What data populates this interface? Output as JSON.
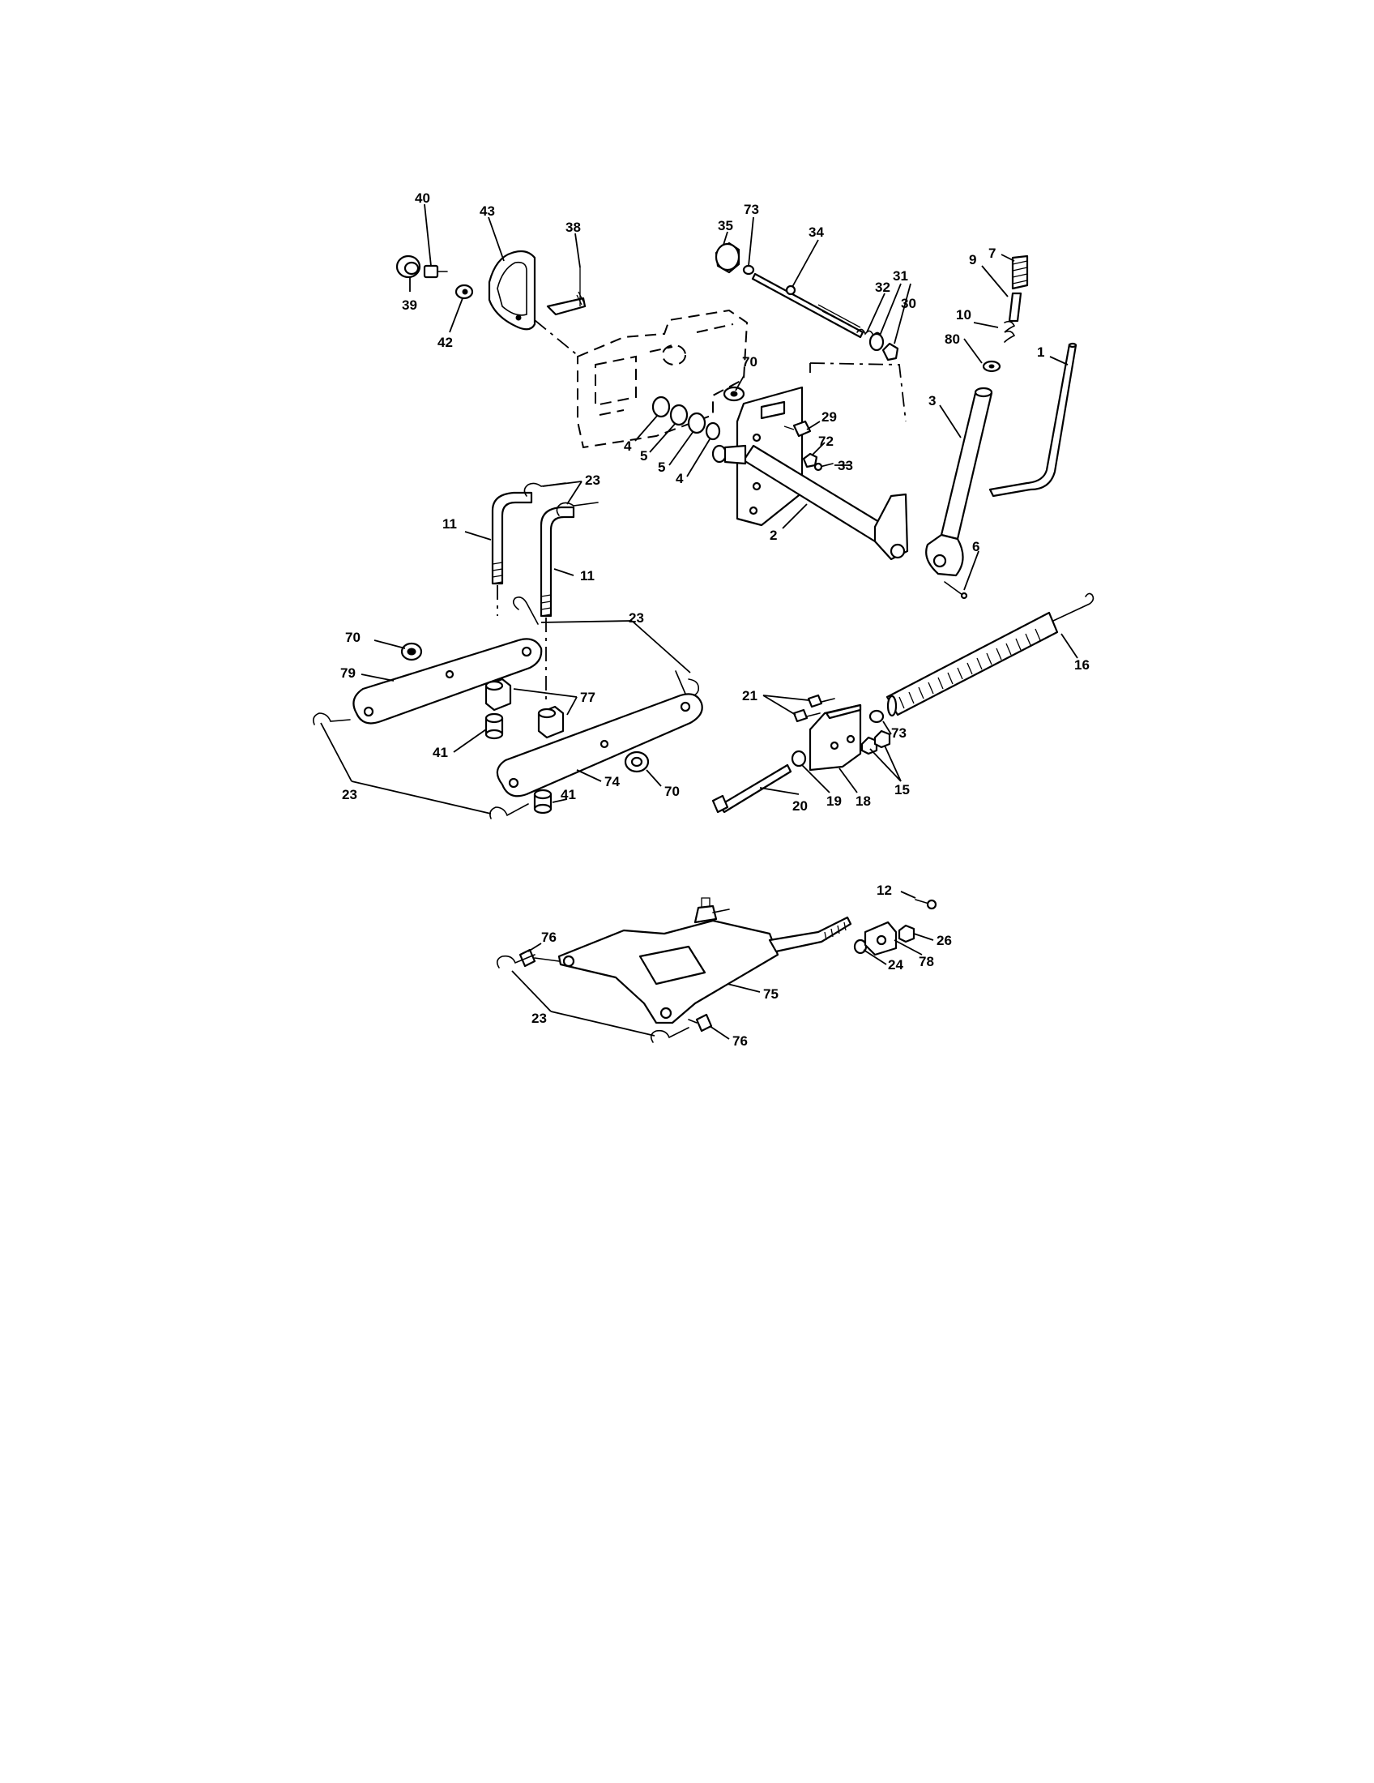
{
  "callouts": [
    {
      "id": "c40a",
      "text": "40"
    },
    {
      "id": "c43",
      "text": "43"
    },
    {
      "id": "c38",
      "text": "38"
    },
    {
      "id": "c39",
      "text": "39"
    },
    {
      "id": "c42",
      "text": "42"
    },
    {
      "id": "c35",
      "text": "35"
    },
    {
      "id": "c73a",
      "text": "73"
    },
    {
      "id": "c34",
      "text": "34"
    },
    {
      "id": "c32",
      "text": "32"
    },
    {
      "id": "c31",
      "text": "31"
    },
    {
      "id": "c30",
      "text": "30"
    },
    {
      "id": "c7",
      "text": "7"
    },
    {
      "id": "c9",
      "text": "9"
    },
    {
      "id": "c10",
      "text": "10"
    },
    {
      "id": "c80",
      "text": "80"
    },
    {
      "id": "c1",
      "text": "1"
    },
    {
      "id": "c3",
      "text": "3"
    },
    {
      "id": "c70a",
      "text": "70"
    },
    {
      "id": "c29",
      "text": "29"
    },
    {
      "id": "c72",
      "text": "72"
    },
    {
      "id": "c33",
      "text": "33"
    },
    {
      "id": "c4a",
      "text": "4"
    },
    {
      "id": "c5a",
      "text": "5"
    },
    {
      "id": "c5b",
      "text": "5"
    },
    {
      "id": "c4b",
      "text": "4"
    },
    {
      "id": "c2",
      "text": "2"
    },
    {
      "id": "c6",
      "text": "6"
    },
    {
      "id": "c23a",
      "text": "23"
    },
    {
      "id": "c11a",
      "text": "11"
    },
    {
      "id": "c11b",
      "text": "11"
    },
    {
      "id": "c23b",
      "text": "23"
    },
    {
      "id": "c70b",
      "text": "70"
    },
    {
      "id": "c79",
      "text": "79"
    },
    {
      "id": "c77",
      "text": "77"
    },
    {
      "id": "c41a",
      "text": "41"
    },
    {
      "id": "c23c",
      "text": "23"
    },
    {
      "id": "c41b",
      "text": "41"
    },
    {
      "id": "c74",
      "text": "74"
    },
    {
      "id": "c70c",
      "text": "70"
    },
    {
      "id": "c16",
      "text": "16"
    },
    {
      "id": "c21",
      "text": "21"
    },
    {
      "id": "c73b",
      "text": "73"
    },
    {
      "id": "c15",
      "text": "15"
    },
    {
      "id": "c20",
      "text": "20"
    },
    {
      "id": "c19",
      "text": "19"
    },
    {
      "id": "c18",
      "text": "18"
    },
    {
      "id": "c12",
      "text": "12"
    },
    {
      "id": "c26",
      "text": "26"
    },
    {
      "id": "c76a",
      "text": "76"
    },
    {
      "id": "c24",
      "text": "24"
    },
    {
      "id": "c78",
      "text": "78"
    },
    {
      "id": "c75",
      "text": "75"
    },
    {
      "id": "c23d",
      "text": "23"
    },
    {
      "id": "c76b",
      "text": "76"
    }
  ]
}
